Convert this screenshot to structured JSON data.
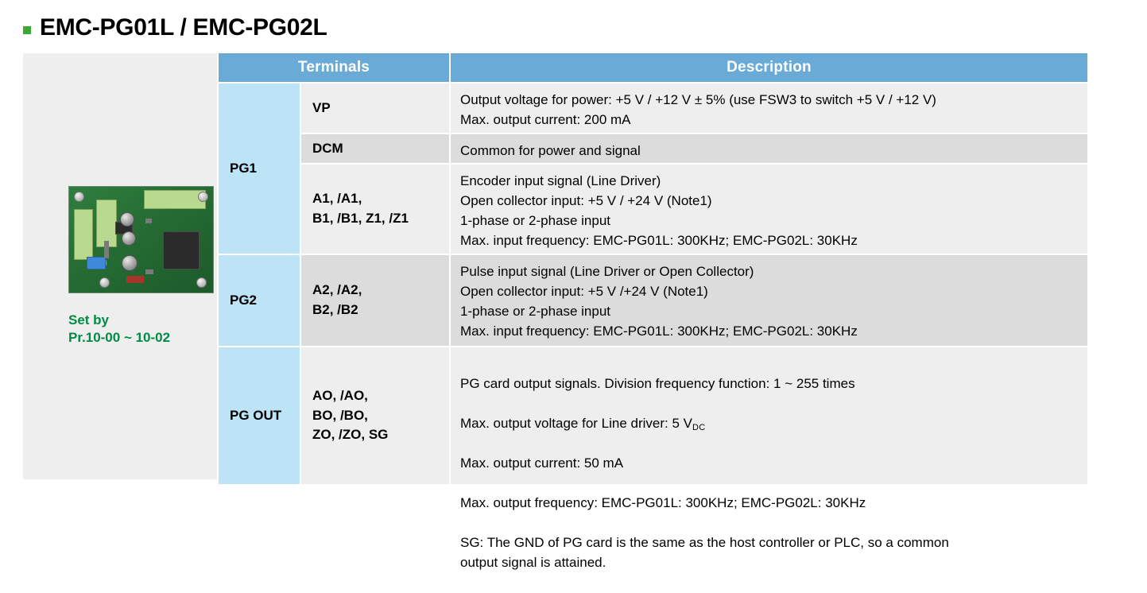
{
  "page": {
    "title": "EMC-PG01L / EMC-PG02L",
    "bullet_color": "#3aaa35"
  },
  "left_panel": {
    "image_alt": "pg-card-photo",
    "caption_line1": "Set by",
    "caption_line2": "Pr.10-00 ~ 10-02",
    "caption_color": "#008b45",
    "background": "#eeeeee"
  },
  "table": {
    "header_color": "#6aaad7",
    "group_color": "#bde3f7",
    "headers": {
      "terminals": "Terminals",
      "description": "Description"
    },
    "groups": [
      {
        "name": "PG1",
        "rows": [
          {
            "terminal": "VP",
            "description": "Output voltage for power: +5 V / +12 V ± 5% (use FSW3 to switch +5 V / +12 V)\nMax. output current: 200 mA",
            "shade": "light"
          },
          {
            "terminal": "DCM",
            "description": "Common for power and signal",
            "shade": "dark"
          },
          {
            "terminal": "A1,  /A1,\nB1,  /B1, Z1,  /Z1",
            "description": "Encoder input signal (Line Driver)\nOpen collector input: +5 V / +24 V (Note1)\n1-phase or 2-phase input\nMax. input frequency: EMC-PG01L: 300KHz; EMC-PG02L: 30KHz",
            "shade": "light"
          }
        ]
      },
      {
        "name": "PG2",
        "rows": [
          {
            "terminal": "A2, /A2,\nB2, /B2",
            "description": "Pulse input signal (Line Driver or Open Collector)\nOpen collector input: +5 V /+24 V (Note1)\n1-phase or 2-phase input\nMax. input frequency: EMC-PG01L: 300KHz; EMC-PG02L: 30KHz",
            "shade": "dark"
          }
        ]
      },
      {
        "name": "PG OUT",
        "rows": [
          {
            "terminal": "AO, /AO,\nBO, /BO,\nZO, /ZO, SG",
            "description_line1": "PG card output signals. Division frequency function: 1 ~ 255 times",
            "description_line2_pre": "Max. output voltage for Line driver: 5 V",
            "description_line2_sub": "DC",
            "description_line3": "Max. output current: 50 mA",
            "description_line4": "Max. output frequency: EMC-PG01L: 300KHz; EMC-PG02L: 30KHz",
            "description_line5": "SG: The GND of PG card is the same as the host controller or PLC, so a common\noutput signal is attained.",
            "shade": "light"
          }
        ]
      }
    ]
  }
}
